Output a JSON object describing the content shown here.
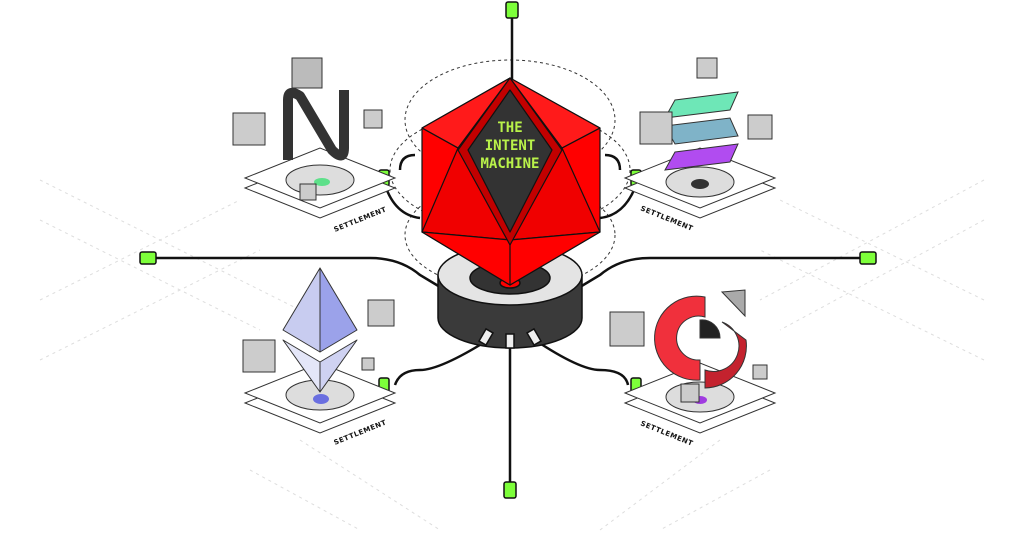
{
  "title": {
    "line1": "THE",
    "line2": "INTENT",
    "line3": "MACHINE"
  },
  "platforms": [
    {
      "name": "near",
      "label": "SETTLEMENT",
      "accent": "#5ee08a"
    },
    {
      "name": "solana",
      "label": "SETTLEMENT",
      "accent": "#333333"
    },
    {
      "name": "ethereum",
      "label": "SETTLEMENT",
      "accent": "#6a6fe0"
    },
    {
      "name": "anoma",
      "label": "SETTLEMENT",
      "accent": "#a03ce0"
    }
  ],
  "colors": {
    "icosahedron": "#ff0000",
    "icosahedron_dark": "#c20000",
    "core": "#333333",
    "connector": "#7dff3a",
    "text": "#b9f24a"
  }
}
